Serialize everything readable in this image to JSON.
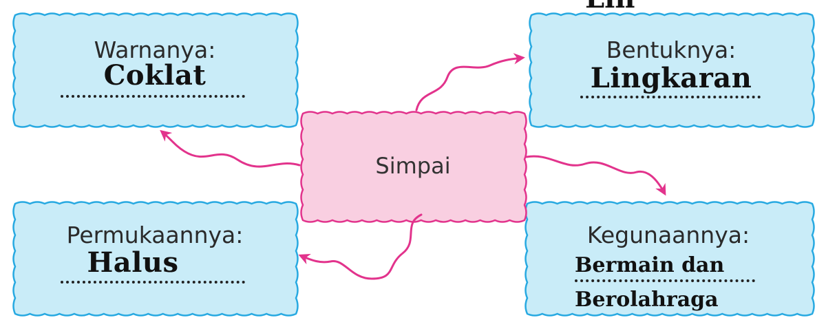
{
  "colors": {
    "box_fill": "#c9ecf8",
    "box_stroke": "#27a9e1",
    "center_fill": "#f9cfe1",
    "center_stroke": "#e2338c",
    "arrow": "#e2338c"
  },
  "top_fragment": "Lin",
  "center": {
    "label": "Simpai"
  },
  "boxes": {
    "warna": {
      "label": "Warnanya:",
      "answer": "Coklat"
    },
    "bentuk": {
      "label": "Bentuknya:",
      "answer": "Lingkaran"
    },
    "permukaan": {
      "label": "Permukaannya:",
      "answer": "Halus"
    },
    "kegunaan": {
      "label": "Kegunaannya:",
      "answer_line1": "Bermain dan",
      "answer_line2": "Berolahraga"
    }
  }
}
